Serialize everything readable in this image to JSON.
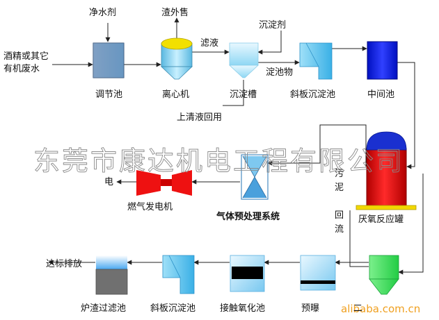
{
  "labels": {
    "input": [
      "酒精或其它",
      "有机废水"
    ],
    "purifier": "净水剂",
    "slag_sale": "渣外售",
    "filtrate": "滤液",
    "precipitant": "沉淀剂",
    "sediment": "淀池物",
    "supernatant": "上清液回用",
    "regulating_tank": "调节池",
    "centrifuge": "离心机",
    "settling_tank": "沉淀槽",
    "inclined_plate_settler": "斜板沉淀池",
    "intermediate_tank": "中间池",
    "anaerobic_reactor": "厌氧反应罐",
    "sludge_return": [
      "污",
      "泥",
      "回",
      "流"
    ],
    "gas_pretreatment": "气体预处理系统",
    "electricity": "电",
    "gas_generator": "燃气发电机",
    "discharge": "达标排放",
    "slag_filter": "炉渣过滤池",
    "inclined_plate_settler_2": "斜板沉淀池",
    "contact_oxidation": "接触氧化池",
    "pre_aeration": "预曝",
    "secondary_settler_partial": "二"
  },
  "watermark": "东莞市康达机电工程有限公司",
  "site_watermark": "alibaba.com.cn",
  "colors": {
    "regulating": "#5580b0",
    "centrifuge": "#8fd4ee",
    "slag": "#f2e000",
    "settler": "#bfeaf8",
    "intermediate": "#0a14d6",
    "reactor": "#ee0000",
    "reactor_top": "#1a30d0",
    "reactor_base": "#f2d800",
    "generator": "#ee1111",
    "green": "#33ee55",
    "black": "#000000"
  }
}
